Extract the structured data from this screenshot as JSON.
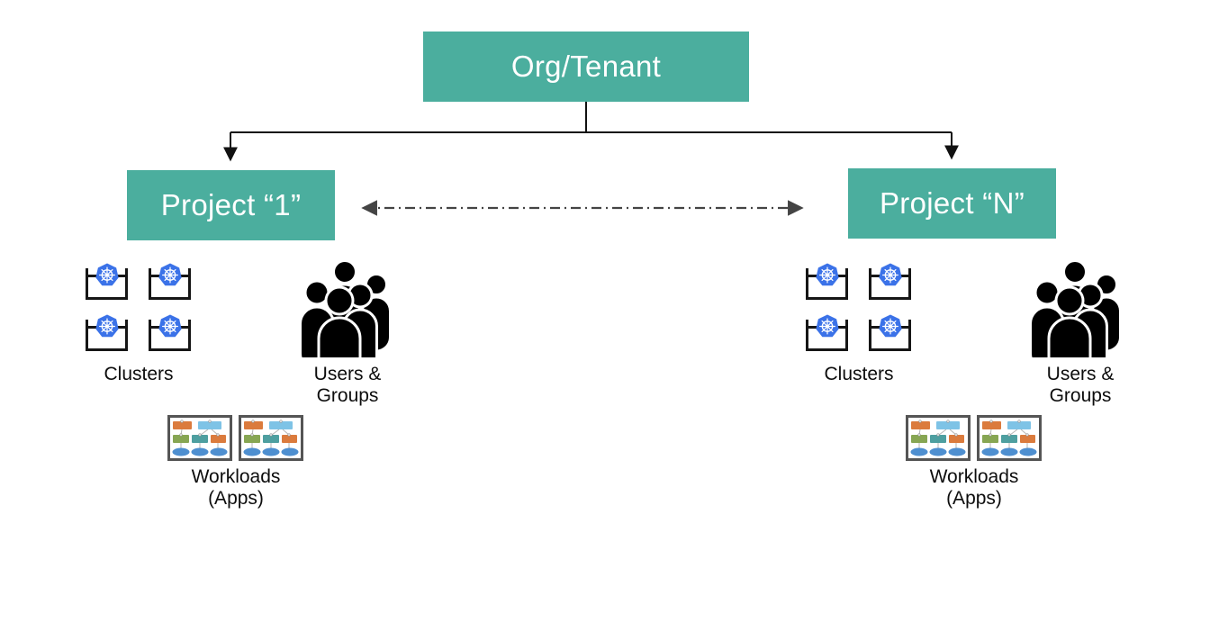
{
  "diagram": {
    "org": {
      "label": "Org/Tenant"
    },
    "projects": [
      {
        "label": "Project “1”",
        "clusters_label": "Clusters",
        "users_label": [
          "Users &",
          "Groups"
        ],
        "workloads_label": [
          "Workloads",
          "(Apps)"
        ],
        "cluster_count": 4,
        "workload_count": 2
      },
      {
        "label": "Project “N”",
        "clusters_label": "Clusters",
        "users_label": [
          "Users &",
          "Groups"
        ],
        "workloads_label": [
          "Workloads",
          "(Apps)"
        ],
        "cluster_count": 4,
        "workload_count": 2
      }
    ],
    "relation": {
      "type": "bidirectional-dash-dot-arrow",
      "between": [
        "Project “1”",
        "Project “N”"
      ]
    },
    "icons": {
      "cluster": "kubernetes-cluster-icon",
      "users": "users-groups-icon",
      "workload": "workload-app-thumbnail"
    },
    "colors": {
      "node_fill": "#4BAE9E",
      "node_text": "#FFFFFF",
      "connector": "#111111",
      "dashdot_link": "#444444",
      "kubernetes_blue": "#3B72E8",
      "icon_black": "#000000",
      "thumb_border": "#555555",
      "thumb_orange": "#DB7B3D",
      "thumb_light_blue": "#7EC3E6",
      "thumb_green": "#87A653",
      "thumb_teal": "#4E9FA0",
      "thumb_db_blue": "#4E8FD0"
    }
  }
}
